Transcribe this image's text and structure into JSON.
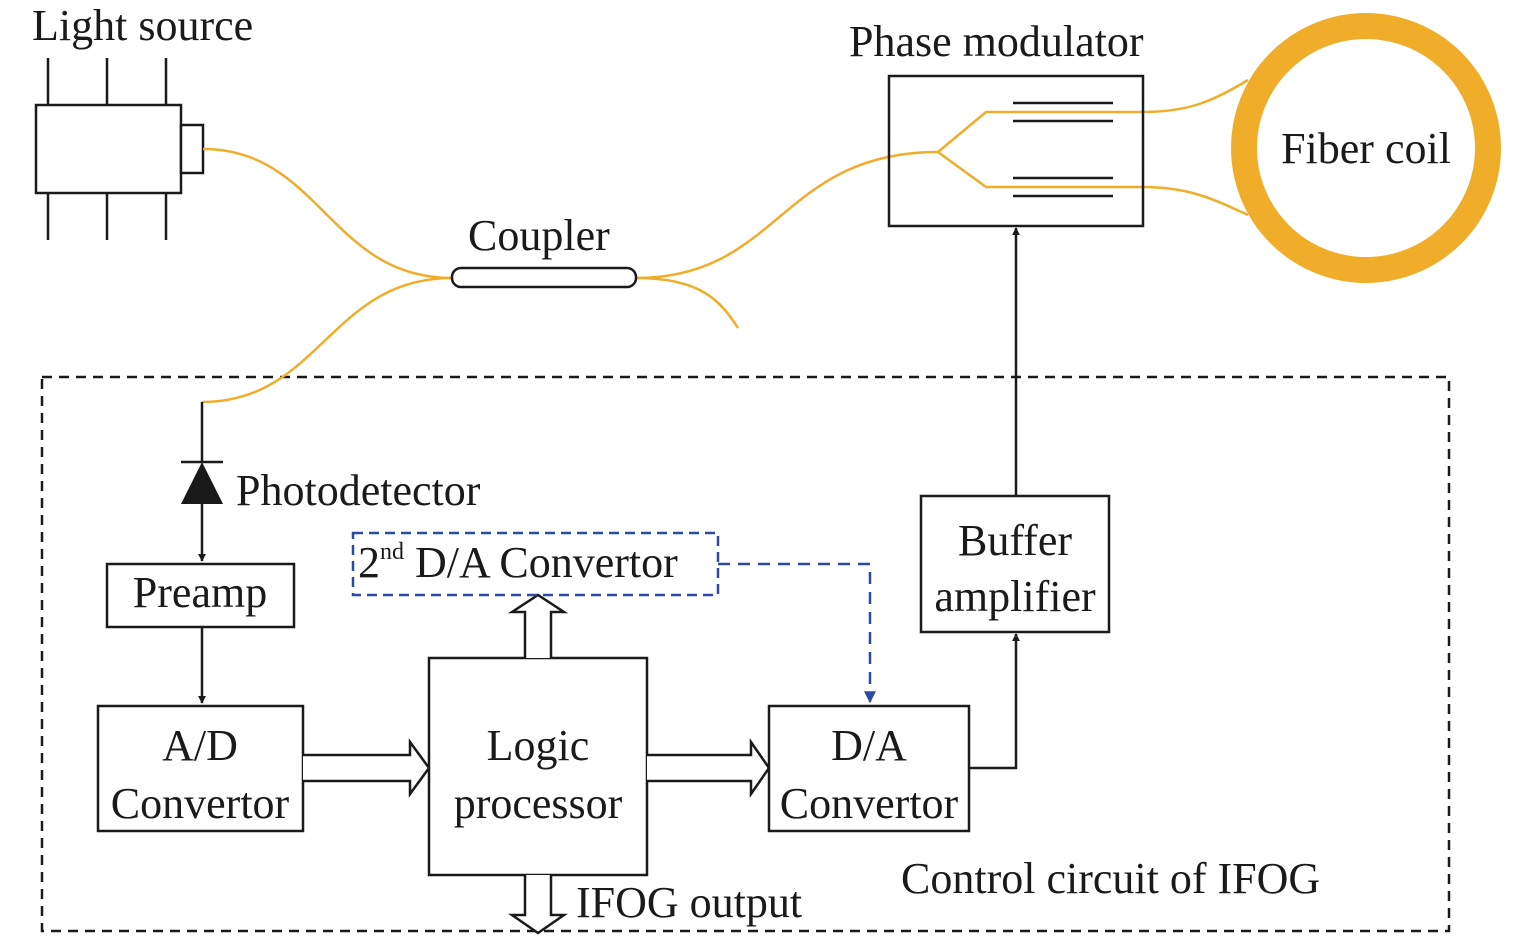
{
  "labels": {
    "light_source": "Light source",
    "phase_modulator": "Phase modulator",
    "fiber_coil": "Fiber coil",
    "coupler": "Coupler",
    "photodetector": "Photodetector",
    "preamp": "Preamp",
    "second_da_prefix": "2",
    "second_da_sup": "nd",
    "second_da_rest": " D/A Convertor",
    "ad_line1": "A/D",
    "ad_line2": "Convertor",
    "logic_line1": "Logic",
    "logic_line2": "processor",
    "da_line1": "D/A",
    "da_line2": "Convertor",
    "buffer_line1": "Buffer",
    "buffer_line2": "amplifier",
    "ifog_output": "IFOG output",
    "control_circuit": "Control circuit of IFOG"
  },
  "colors": {
    "fiber": "#f0ad2a",
    "dashed_blue": "#2d4aa0",
    "line": "#1a1a1a"
  }
}
